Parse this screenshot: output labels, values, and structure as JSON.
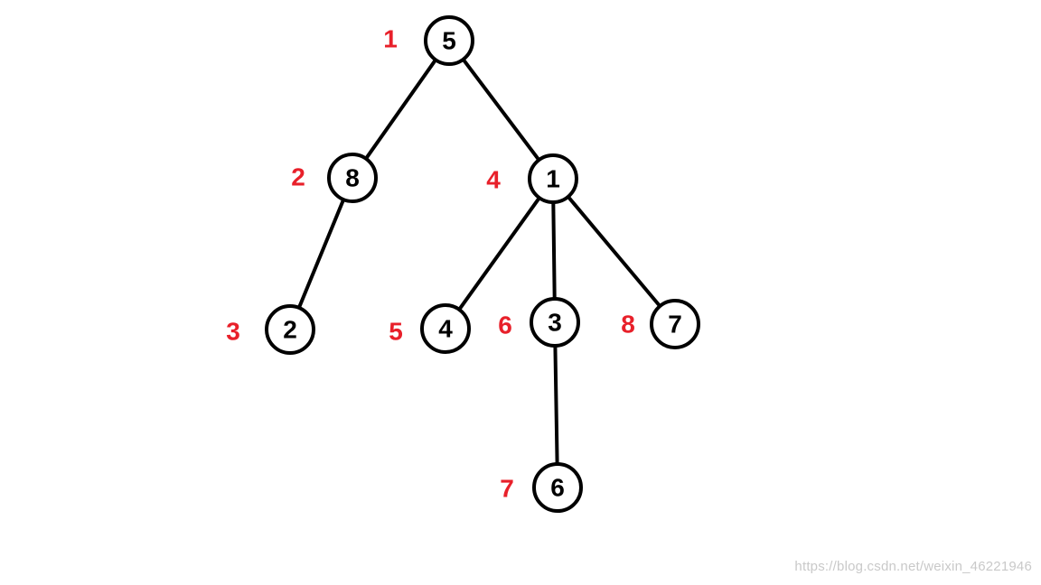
{
  "tree": {
    "nodes": [
      {
        "id": "n5",
        "value": "5",
        "order": "1"
      },
      {
        "id": "n8",
        "value": "8",
        "order": "2"
      },
      {
        "id": "n1",
        "value": "1",
        "order": "4"
      },
      {
        "id": "n2",
        "value": "2",
        "order": "3"
      },
      {
        "id": "n4",
        "value": "4",
        "order": "5"
      },
      {
        "id": "n3",
        "value": "3",
        "order": "6"
      },
      {
        "id": "n7",
        "value": "7",
        "order": "8"
      },
      {
        "id": "n6",
        "value": "6",
        "order": "7"
      }
    ],
    "edges": [
      [
        "n5",
        "n8"
      ],
      [
        "n5",
        "n1"
      ],
      [
        "n8",
        "n2"
      ],
      [
        "n1",
        "n4"
      ],
      [
        "n1",
        "n3"
      ],
      [
        "n1",
        "n7"
      ],
      [
        "n3",
        "n6"
      ]
    ]
  },
  "colors": {
    "order_label": "#e8202a",
    "node_stroke": "#000000",
    "edge": "#000000"
  },
  "watermark": "https://blog.csdn.net/weixin_46221946"
}
